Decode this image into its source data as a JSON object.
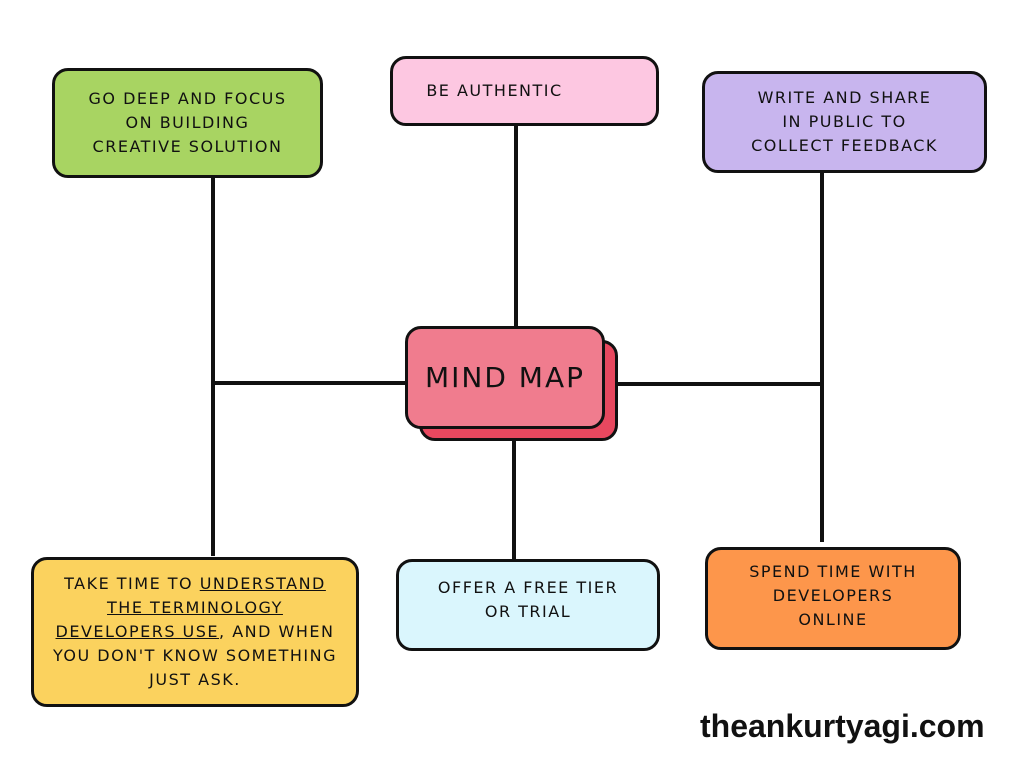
{
  "center": {
    "label": "MIND MAP"
  },
  "nodes": {
    "deep_focus": "GO DEEP AND FOCUS\nON BUILDING\nCREATIVE SOLUTION",
    "authentic": "BE AUTHENTIC",
    "write_share": "WRITE AND SHARE\nIN PUBLIC TO\nCOLLECT FEEDBACK",
    "terminology": {
      "p1": "TAKE TIME TO ",
      "p2": "UNDERSTAND\nTHE TERMINOLOGY\nDEVELOPERS USE",
      "p3": ", AND WHEN\nYOU DON'T KNOW SOMETHING\nJUST ASK."
    },
    "free_tier": "OFFER A FREE TIER\nOR TRIAL",
    "developers_online": "SPEND TIME WITH\nDEVELOPERS\nONLINE"
  },
  "footer": "theankurtyagi.com",
  "colors": {
    "green": "#a8d462",
    "pink": "#fdc7e1",
    "purple": "#c8b5ee",
    "center": "#f07c8e",
    "center_shadow": "#e8485f",
    "yellow": "#fbd25e",
    "blue": "#daf6fd",
    "orange": "#fd964b"
  }
}
